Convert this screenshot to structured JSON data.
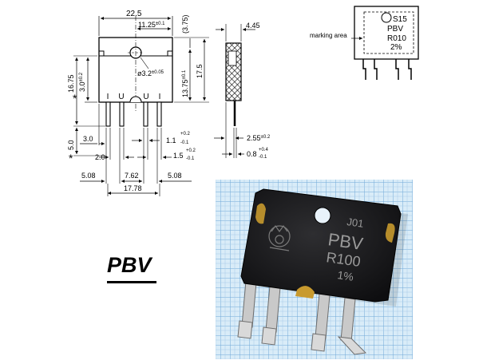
{
  "product_label": "PBV",
  "marking_area_label": "marking area",
  "front_view": {
    "pin_letters": [
      "I",
      "U",
      "U",
      "I"
    ],
    "dims": {
      "width_total": "22.5",
      "center_offset": "11.25",
      "center_offset_tol": "±0.1",
      "top_height": "(3.75)",
      "hole_dia": "ø3.2",
      "hole_dia_tol": "±0.05",
      "body_h_lower": "13.75",
      "body_h_lower_tol": "±0.1",
      "body_height": "17.5",
      "left_height": "16.75",
      "hole_from_top": "3.0",
      "hole_from_top_tol": "±0.2",
      "lead_len": "5.0",
      "left_lead_offset": "3.0",
      "pin_w": "1.1",
      "pin_w_tol_plus": "+0.2",
      "pin_w_tol_minus": "-0.1",
      "pin_gap": "2.0",
      "pin_w2": "1.5",
      "pin_w2_tol_plus": "+0.2",
      "pin_w2_tol_minus": "-0.1",
      "pitch_a": "5.08",
      "pitch_b": "7.62",
      "pitch_c": "5.08",
      "pitch_total": "17.78",
      "asterisk": "*"
    }
  },
  "side_view": {
    "dims": {
      "thickness": "4.45",
      "lead_offset": "2.55",
      "lead_offset_tol": "±0.2",
      "lead_thick": "0.8",
      "lead_thick_tol_plus": "+0.4",
      "lead_thick_tol_minus": "-0.1"
    }
  },
  "marking_view": {
    "lines": [
      "S15",
      "PBV",
      "R010",
      "2%"
    ]
  },
  "photo": {
    "lines": [
      "J01",
      "PBV",
      "R100",
      "1%"
    ],
    "colors": {
      "grid_bg": "#d9ecf8",
      "grid_line": "#6fa8d8",
      "body": "#1b1b1d",
      "tab": "#c89a2e",
      "lead": "#c9c9c9"
    }
  }
}
